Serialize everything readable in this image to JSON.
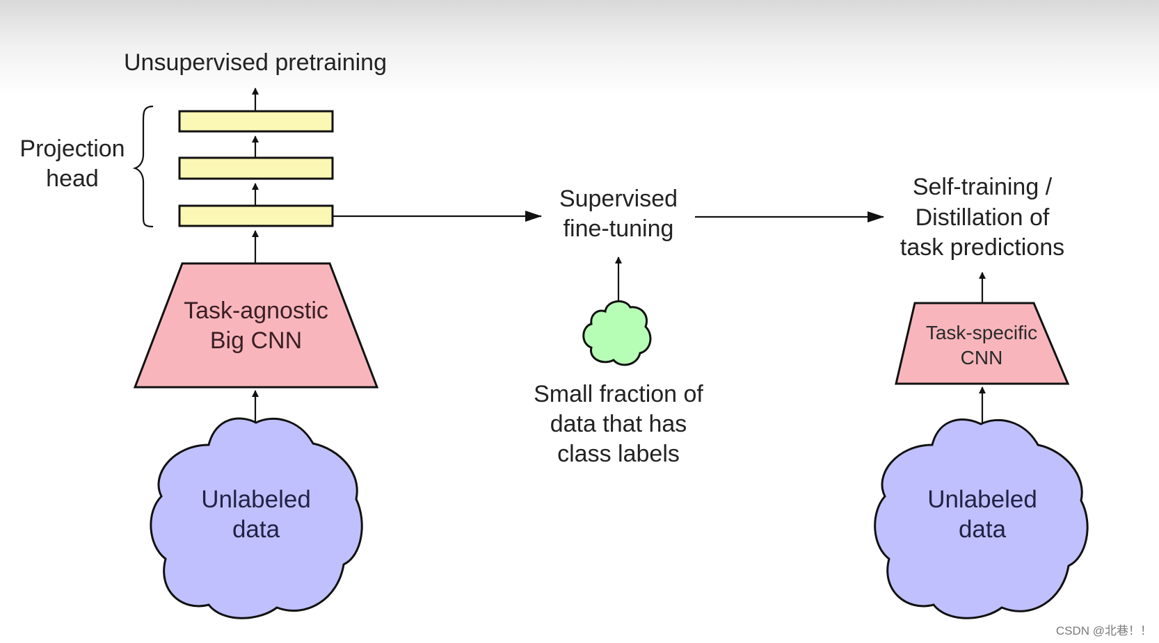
{
  "labels": {
    "unsupervised_pretraining": "Unsupervised pretraining",
    "projection_head": [
      "Projection",
      "head"
    ],
    "task_agnostic_cnn": [
      "Task-agnostic",
      "Big CNN"
    ],
    "unlabeled_data_left": [
      "Unlabeled",
      "data"
    ],
    "supervised_finetuning": [
      "Supervised",
      "fine-tuning"
    ],
    "small_fraction": [
      "Small fraction of",
      "data that has",
      "class labels"
    ],
    "self_training": [
      "Self-training /",
      "Distillation of",
      "task predictions"
    ],
    "task_specific_cnn": [
      "Task-specific",
      "CNN"
    ],
    "unlabeled_data_right": [
      "Unlabeled",
      "data"
    ],
    "watermark": "CSDN @北巷！！"
  },
  "colors": {
    "projection_layer": "#fbf7b4",
    "cnn": "#f8b6bc",
    "unlabeled_cloud": "#c0c0ff",
    "labeled_cloud": "#b6fdb6"
  }
}
